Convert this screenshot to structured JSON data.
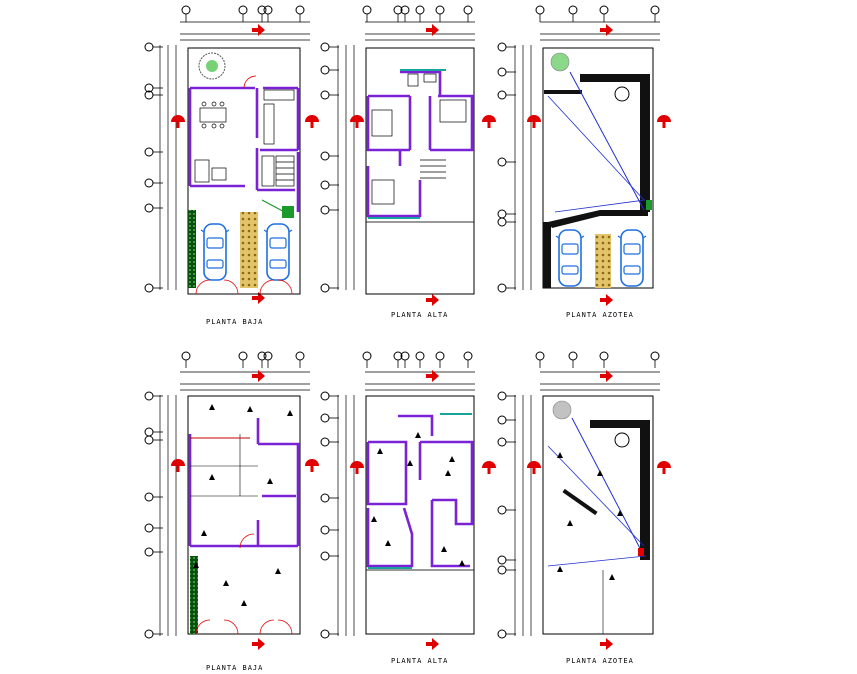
{
  "drawing": {
    "colors": {
      "wall": "#7a22d6",
      "line": "#000000",
      "axis_arrow": "#e00000",
      "car": "#1e6fe0",
      "paving": "#c8a23a",
      "green": "#1a9a2a",
      "teal": "#1aa39a"
    },
    "top_row": [
      {
        "caption": "PLANTA BAJA"
      },
      {
        "caption": "PLANTA ALTA"
      },
      {
        "caption": "PLANTA AZOTEA"
      }
    ],
    "bottom_row": [
      {
        "caption": "PLANTA BAJA"
      },
      {
        "caption": "PLANTA ALTA"
      },
      {
        "caption": "PLANTA AZOTEA"
      }
    ]
  }
}
